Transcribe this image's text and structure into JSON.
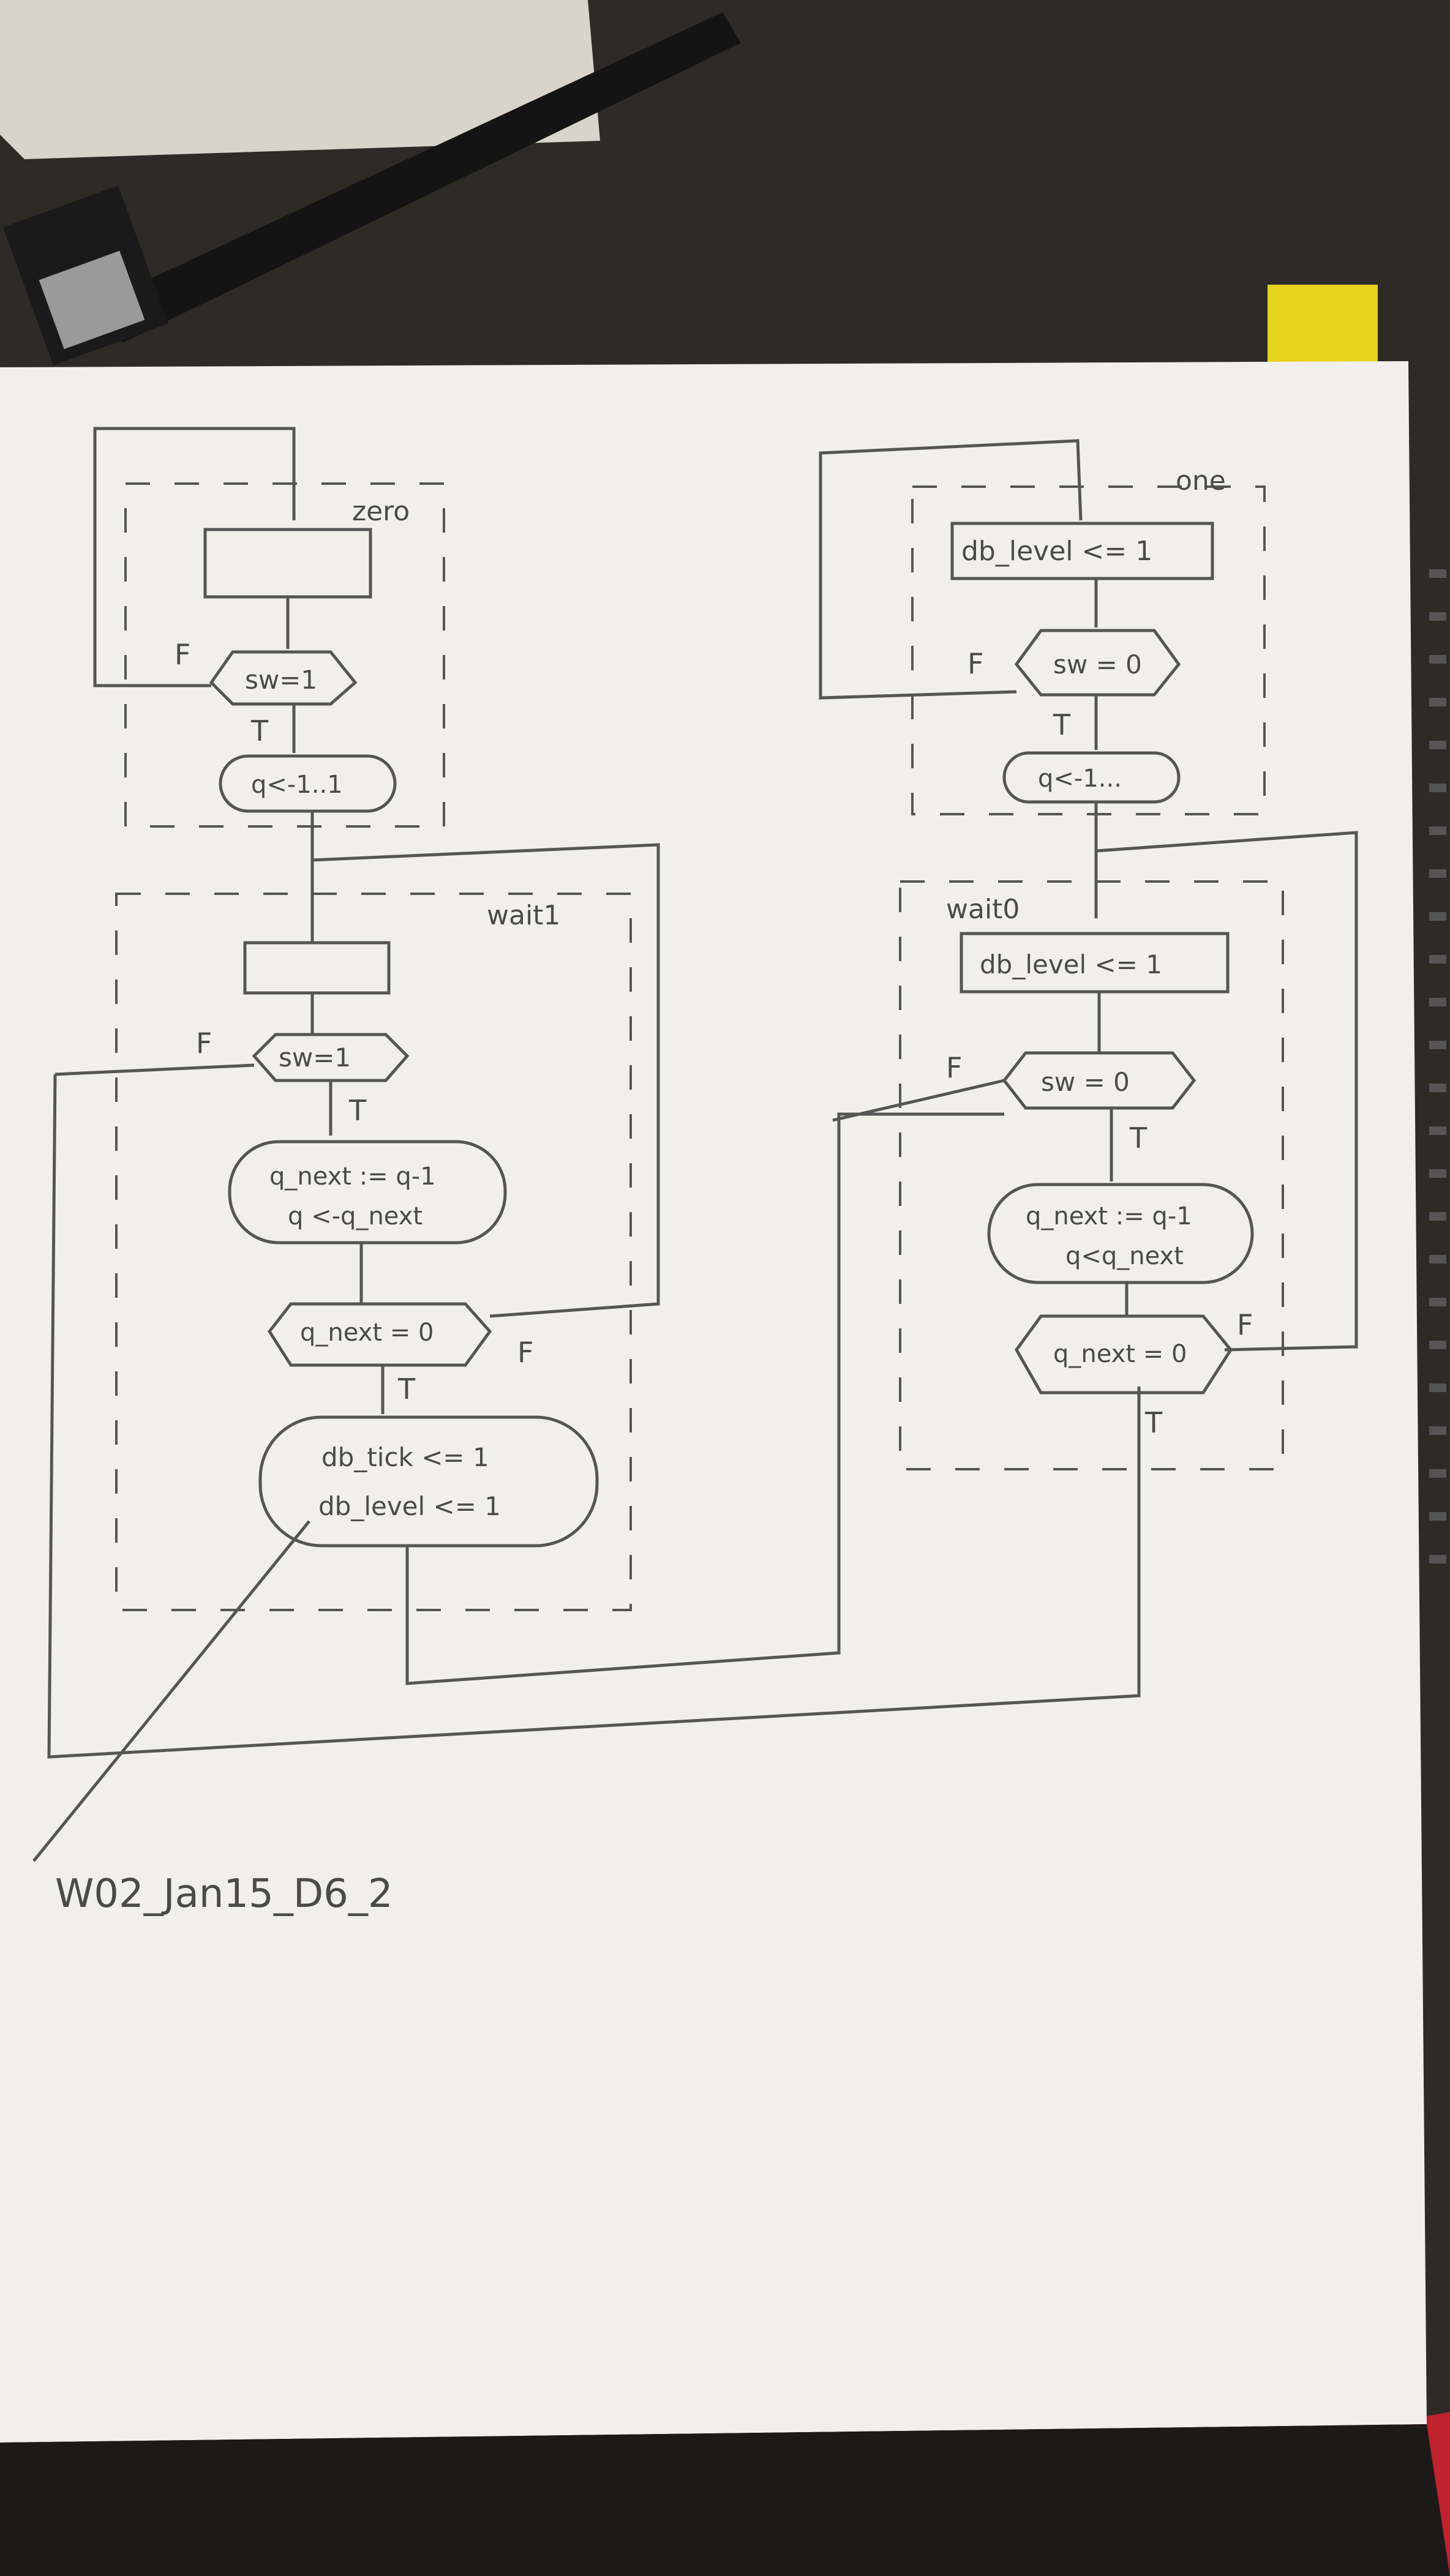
{
  "diagram": {
    "left": {
      "zero_state": "zero",
      "zero_cond": "sw=1",
      "zero_action": "q<-1..1",
      "f_label_1": "F",
      "t_label_1": "T",
      "wait1_state": "wait1",
      "wait1_cond": "sw=1",
      "f_label_2": "F",
      "t_label_2": "T",
      "wait1_action_1": "q_next := q-1",
      "wait1_action_2": "q <-q_next",
      "wait1_check": "q_next = 0",
      "f_label_3": "F",
      "t_label_3": "T",
      "tick_1": "db_tick <= 1",
      "tick_2": "db_level <= 1"
    },
    "right": {
      "one_state": "one",
      "one_box": "db_level <= 1",
      "one_cond": "sw = 0",
      "one_action": "q<-1...",
      "f_label_1": "F",
      "t_label_1": "T",
      "wait0_state": "wait0",
      "wait0_box": "db_level <= 1",
      "wait0_cond": "sw = 0",
      "f_label_2": "F",
      "t_label_2": "T",
      "wait0_action_1": "q_next := q-1",
      "wait0_action_2": "q<q_next",
      "wait0_check": "q_next = 0",
      "f_label_3": "F",
      "t_label_3": "T"
    },
    "caption": "W02_Jan15_D6_2"
  }
}
